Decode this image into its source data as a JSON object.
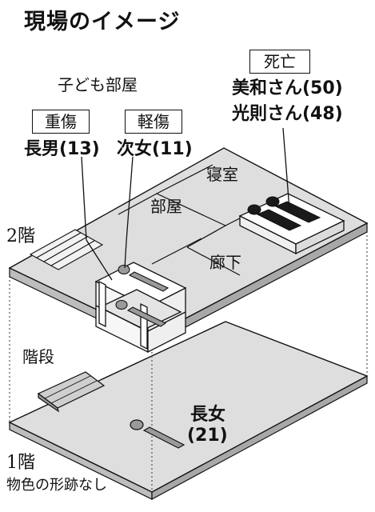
{
  "title": "現場のイメージ",
  "floors": {
    "upper": "2階",
    "lower": "1階"
  },
  "rooms": {
    "bedroom": "寝室",
    "room": "部屋",
    "hallway": "廊下",
    "stairs": "階段"
  },
  "children_room": "子ども部屋",
  "tags": {
    "deceased": "死亡",
    "injured_a": "重傷",
    "injured_b": "軽傷"
  },
  "people": {
    "wife": "美和さん(50)",
    "husband": "光則さん(48)",
    "eldest_son": "長男(13)",
    "second_daughter": "次女(11)",
    "eldest_daughter_name": "長女",
    "eldest_daughter_age": "(21)"
  },
  "lower_note": "物色の形跡なし",
  "colors": {
    "floor": "#dedede",
    "line": "#111111",
    "figure": "#9a9a9a",
    "deceased_figure": "#1a1a1a"
  }
}
